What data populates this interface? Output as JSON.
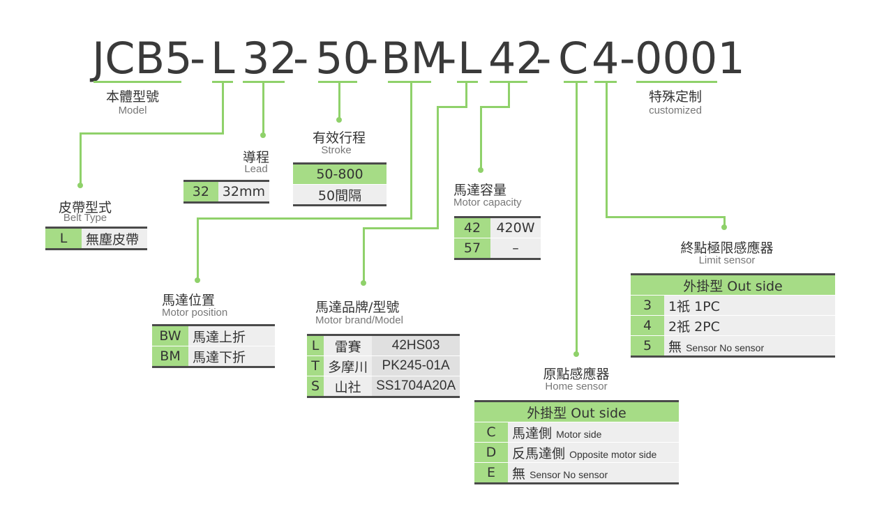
{
  "code": {
    "model": "JCB5",
    "sep": "-",
    "belt": "L",
    "lead": "32",
    "stroke": "50",
    "motor_pos": "BM",
    "motor_brand": "L",
    "motor_cap": "42",
    "home": "C",
    "limit": "4",
    "custom": "0001"
  },
  "labels": {
    "model": {
      "zh": "本體型號",
      "en": "Model"
    },
    "custom": {
      "zh": "特殊定制",
      "en": "customized"
    },
    "stroke": {
      "zh": "有效行程",
      "en": "Stroke"
    },
    "lead": {
      "zh": "導程",
      "en": "Lead"
    },
    "belt": {
      "zh": "皮帶型式",
      "en": "Belt Type"
    },
    "motor_cap": {
      "zh": "馬達容量",
      "en": "Motor capacity"
    },
    "limit": {
      "zh": "終點極限感應器",
      "en": "Limit sensor"
    },
    "motor_pos": {
      "zh": "馬達位置",
      "en": "Motor position"
    },
    "motor_brand": {
      "zh": "馬達品牌/型號",
      "en": "Motor brand/Model"
    },
    "home": {
      "zh": "原點感應器",
      "en": "Home sensor"
    }
  },
  "tables": {
    "lead": [
      [
        "32",
        "32mm"
      ]
    ],
    "stroke": [
      "50-800",
      "50間隔"
    ],
    "belt": [
      [
        "L",
        "無塵皮帶"
      ]
    ],
    "motor_cap": [
      [
        "42",
        "420W"
      ],
      [
        "57",
        "–"
      ]
    ],
    "motor_pos": [
      [
        "BW",
        "馬達上折"
      ],
      [
        "BM",
        "馬達下折"
      ]
    ],
    "motor_brand": [
      [
        "L",
        "雷賽",
        "42HS03"
      ],
      [
        "T",
        "多摩川",
        "PK245-01A"
      ],
      [
        "S",
        "山社",
        "SS1704A20A"
      ]
    ],
    "limit": {
      "header": "外掛型 Out side",
      "rows": [
        [
          "3",
          "1祇 1PC",
          ""
        ],
        [
          "4",
          "2祇 2PC",
          ""
        ],
        [
          "5",
          "無",
          "Sensor No sensor"
        ]
      ]
    },
    "home": {
      "header": "外掛型 Out side",
      "rows": [
        [
          "C",
          "馬達側",
          "Motor side"
        ],
        [
          "D",
          "反馬達側",
          "Opposite motor side"
        ],
        [
          "E",
          "無",
          "Sensor No sensor"
        ]
      ]
    }
  },
  "colors": {
    "accent": "#8fd16a",
    "cell_green": "#a6dc86",
    "cell_gray": "#eeeeee"
  }
}
